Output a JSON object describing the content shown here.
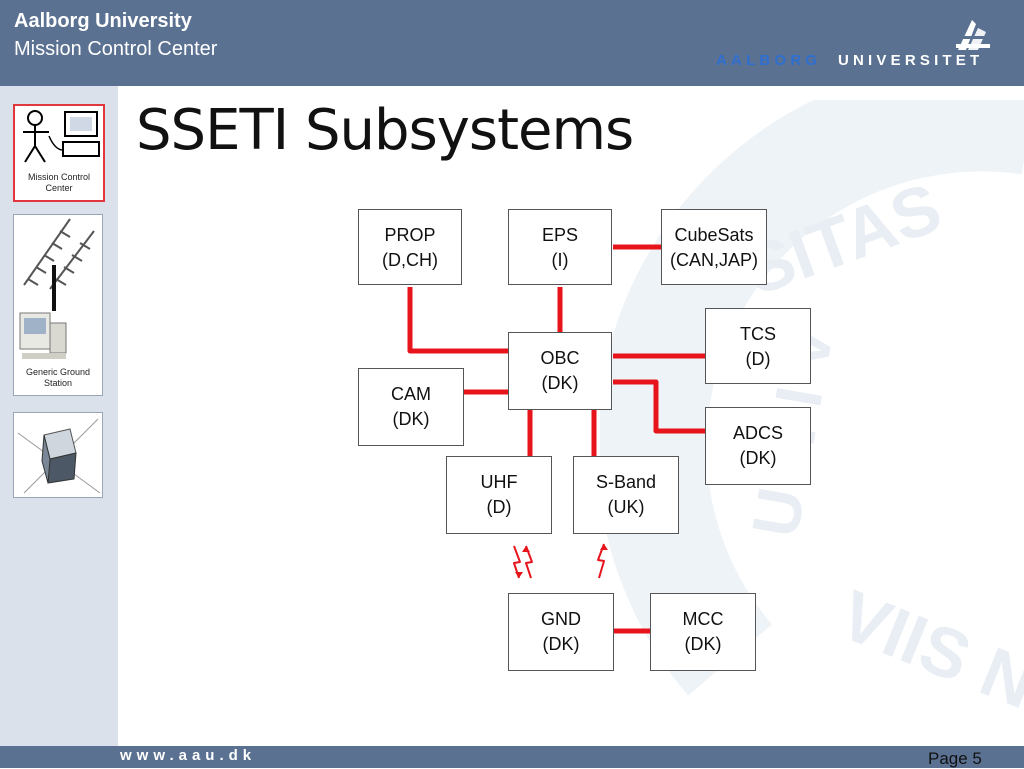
{
  "header": {
    "university": "Aalborg University",
    "center": "Mission Control Center",
    "logo_part1": "AALBORG",
    "logo_part2": "UNIVERSITET"
  },
  "sidebar": {
    "thumb1_label_line1": "Mission Control",
    "thumb1_label_line2": "Center",
    "thumb2_label_line1": "Generic Ground",
    "thumb2_label_line2": "Station"
  },
  "slide": {
    "title": "SSETI Subsystems"
  },
  "watermark": {
    "top_text": "SITAS",
    "right_text": "U N I V",
    "bottom_text": "VIIS N"
  },
  "diagram": {
    "nodes": [
      {
        "id": "prop",
        "line1": "PROP",
        "line2": "(D,CH)"
      },
      {
        "id": "eps",
        "line1": "EPS",
        "line2": "(I)"
      },
      {
        "id": "cubesats",
        "line1": "CubeSats",
        "line2": "(CAN,JAP)"
      },
      {
        "id": "tcs",
        "line1": "TCS",
        "line2": "(D)"
      },
      {
        "id": "obc",
        "line1": "OBC",
        "line2": "(DK)"
      },
      {
        "id": "cam",
        "line1": "CAM",
        "line2": "(DK)"
      },
      {
        "id": "adcs",
        "line1": "ADCS",
        "line2": "(DK)"
      },
      {
        "id": "uhf",
        "line1": "UHF",
        "line2": "(D)"
      },
      {
        "id": "sband",
        "line1": "S-Band",
        "line2": "(UK)"
      },
      {
        "id": "gnd",
        "line1": "GND",
        "line2": "(DK)"
      },
      {
        "id": "mcc",
        "line1": "MCC",
        "line2": "(DK)"
      }
    ],
    "link_color": "#e8141c"
  },
  "footer": {
    "website": "www.aau.dk",
    "page": "Page 5"
  }
}
